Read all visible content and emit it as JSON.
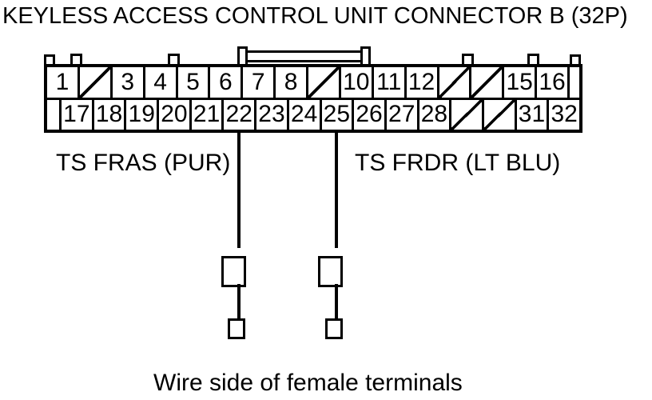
{
  "title": "KEYLESS ACCESS CONTROL UNIT CONNECTOR B (32P)",
  "caption": "Wire side of female terminals",
  "connector": {
    "name": "Connector B (32P)",
    "blocked_marker": "/",
    "top_row": [
      "1",
      "/",
      "3",
      "4",
      "5",
      "6",
      "7",
      "8",
      "/",
      "10",
      "11",
      "12",
      "/",
      "/",
      "15",
      "16"
    ],
    "bottom_row": [
      "17",
      "18",
      "19",
      "20",
      "21",
      "22",
      "23",
      "24",
      "25",
      "26",
      "27",
      "28",
      "/",
      "/",
      "31",
      "32"
    ]
  },
  "wires": [
    {
      "pin": "22",
      "label": "TS FRAS (PUR)",
      "wire_color": "PUR"
    },
    {
      "pin": "25",
      "label": "TS FRDR (LT BLU)",
      "wire_color": "LT BLU"
    }
  ],
  "colors": {
    "line": "#000000",
    "background": "#ffffff"
  }
}
